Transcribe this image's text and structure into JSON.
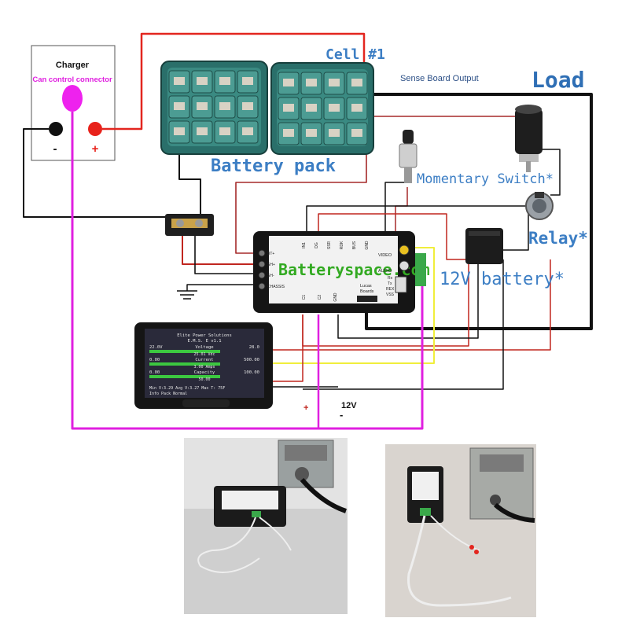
{
  "charger": {
    "title": "Charger",
    "can_label": "Can control connector",
    "minus": "-",
    "plus": "+"
  },
  "labels": {
    "cell1": "Cell #1",
    "sense_output": "Sense Board Output",
    "load": "Load",
    "battery_pack": "Battery pack",
    "momentary_switch": "Momentary Switch*",
    "relay": "Relay*",
    "battery_12v": "12V battery*",
    "website": "Batteryspace.com",
    "plus_mark": "+",
    "twelve_v": "12V",
    "minus_mark": "-"
  },
  "bms": {
    "left_pins": [
      "BT+",
      "SH+",
      "SH-",
      "CHASSIS"
    ],
    "top_pins": [
      "IN1",
      "DG",
      "SSR",
      "RDK",
      "BUS",
      "GND"
    ],
    "bottom_pins": [
      "C1",
      "C2",
      "GND"
    ],
    "video": "VIDEO",
    "audio": "AUDIO",
    "lucas": "Lucas",
    "boards": "Boards",
    "rx_tx": [
      "Rx",
      "Tx"
    ],
    "rex": "REX",
    "vss": "VSS"
  },
  "display": {
    "brand": "Elite Power Solutions",
    "model": "E.M.S.   E   v1.1",
    "rows": [
      {
        "left": "22.0V",
        "label": "Voltage",
        "right": "28.0",
        "sub": "25.01 Vdc"
      },
      {
        "left": "0.00",
        "label": "Current",
        "right": "500.00",
        "sub": "3.00 Amps"
      },
      {
        "left": "0.00",
        "label": "Capacity",
        "right": "100.00",
        "sub": "50.00"
      }
    ],
    "footer1": "Min V:3.29   Avg V:3.27   Max T: 75F",
    "footer2": "Info  Pack Normal"
  },
  "colors": {
    "red_wire": "#e3261f",
    "dark_red_wire": "#a52a2a",
    "black_wire": "#000000",
    "magenta_wire": "#e020e0",
    "yellow_wire": "#f2f24a",
    "label_blue": "#3c7ec4",
    "title_blue": "#2f6fb5",
    "website_green": "#33aa22"
  }
}
